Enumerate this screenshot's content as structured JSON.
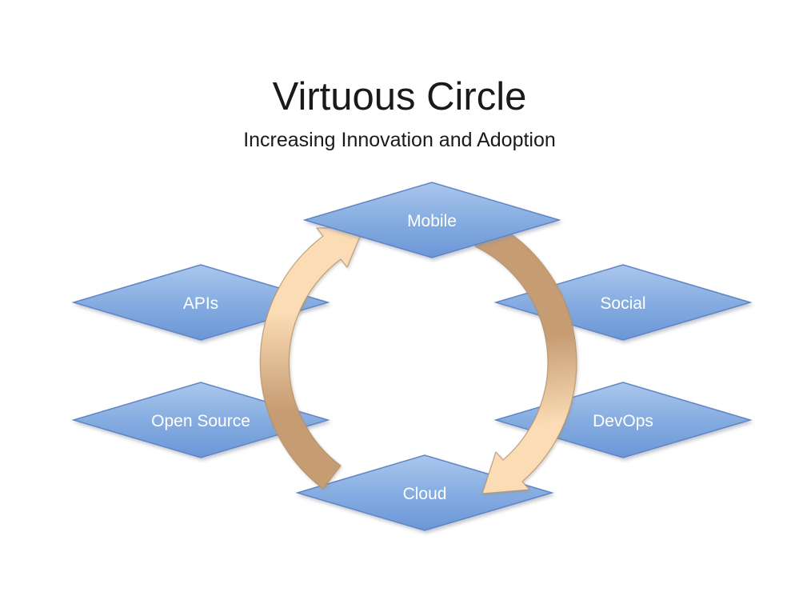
{
  "slide": {
    "title": "Virtuous Circle",
    "subtitle": "Increasing Innovation and Adoption"
  },
  "nodes": [
    {
      "label": "Mobile"
    },
    {
      "label": "APIs"
    },
    {
      "label": "Social"
    },
    {
      "label": "Open Source"
    },
    {
      "label": "DevOps"
    },
    {
      "label": "Cloud"
    }
  ],
  "cycle": {
    "direction": "clockwise",
    "arrow_count": 2
  },
  "colors": {
    "diamond_top": "#AAC6ED",
    "diamond_mid": "#86ADE1",
    "diamond_bottom": "#6B97D7",
    "diamond_stroke": "#5F85C5",
    "arrow_dark": "#C69C73",
    "arrow_light": "#FBDCB4",
    "arrow_stroke": "#B28F6B",
    "label_text": "#FFFFFF",
    "title_text": "#1A1A1A"
  }
}
